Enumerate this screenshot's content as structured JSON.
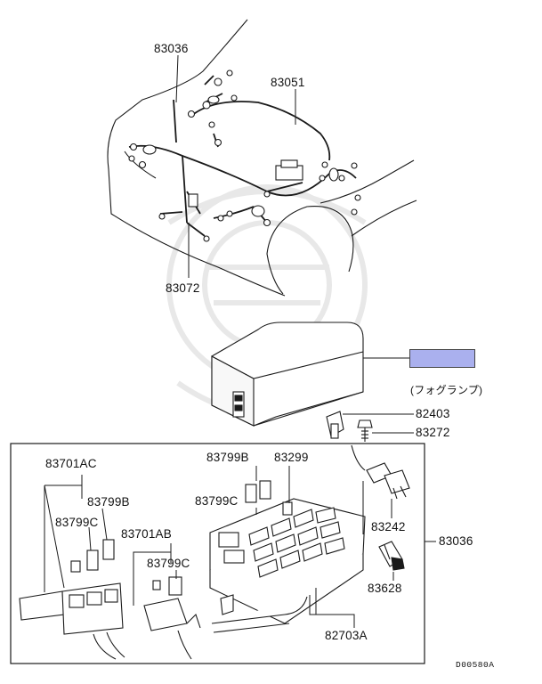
{
  "labels": {
    "p83036_top": "83036",
    "p83051": "83051",
    "p83072": "83072",
    "fog_lamp": "(フォグランプ)",
    "p82403": "82403",
    "p83272": "83272",
    "p83701AC": "83701AC",
    "p83799B_left": "83799B",
    "p83799C_left": "83799C",
    "p83701AB": "83701AB",
    "p83799C_mid": "83799C",
    "p83799B_top": "83799B",
    "p83299": "83299",
    "p83799C_top": "83799C",
    "p83242": "83242",
    "p83036_right": "83036",
    "p83628": "83628",
    "p82703A": "82703A",
    "diagram_code": "D00580A"
  },
  "colors": {
    "highlight_fill": "#aab0ee",
    "line": "#1a1a1a",
    "watermark": "#e6e6e6"
  }
}
